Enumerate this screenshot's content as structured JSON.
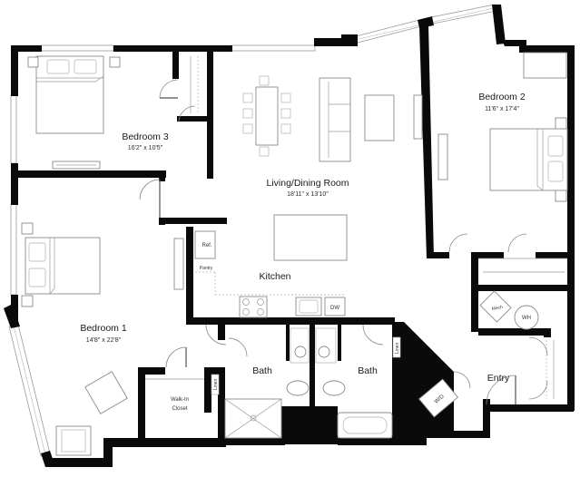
{
  "rooms": {
    "bedroom3": {
      "name": "Bedroom 3",
      "dims": "16'2\" x 10'5\""
    },
    "bedroom2": {
      "name": "Bedroom 2",
      "dims": "11'6\" x 17'4\""
    },
    "living": {
      "name": "Living/Dining Room",
      "dims": "18'11\" x 13'10\""
    },
    "bedroom1": {
      "name": "Bedroom 1",
      "dims": "14'8\" x 22'8\""
    },
    "kitchen": {
      "name": "Kitchen"
    },
    "bath_left": {
      "name": "Bath"
    },
    "bath_right": {
      "name": "Bath"
    },
    "entry": {
      "name": "Entry"
    },
    "closet": {
      "name_line1": "Walk-In",
      "name_line2": "Closet"
    }
  },
  "fixtures": {
    "ref": "Ref.",
    "pantry": "Pantry",
    "dw": "DW",
    "mech": "Mech",
    "wh": "WH",
    "wd": "W/D",
    "linen_left": "Linen",
    "linen_right": "Linen"
  },
  "colors": {
    "wall": "#0a0a0a",
    "fixture_stroke": "#8a8a8a"
  }
}
